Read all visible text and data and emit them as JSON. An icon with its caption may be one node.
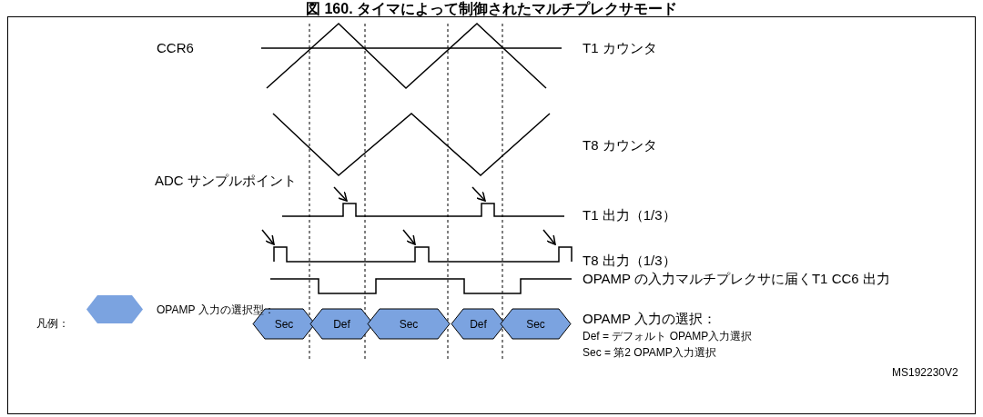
{
  "diagram": {
    "title": "図 160. タイマによって制御されたマルチプレクサモード",
    "nodes": [
      {
        "text": [
          "Sec"
        ]
      },
      {
        "text": [
          "Def"
        ]
      },
      {
        "text": [
          "Sec"
        ]
      },
      {
        "text": [
          "Def"
        ]
      },
      {
        "text": [
          "Sec"
        ]
      }
    ],
    "labels": [
      "CCR6",
      "T1 カウンタ",
      "T8 カウンタ",
      "ADC サンプルポイント",
      "T1 出力（1/3）",
      "T8 出力（1/3）",
      "OPAMP の入力マルチプレクサに届くT1 CC6 出力",
      "OPAMP 入力の選択：",
      "Def = デフォルト OPAMP入力選択",
      "Sec = 第2 OPAMP入力選択",
      "凡例：",
      "MS192230V2"
    ],
    "legend": [
      {
        "text": "OPAMP 入力の選択型：",
        "color": "#7ba3e0"
      }
    ]
  }
}
